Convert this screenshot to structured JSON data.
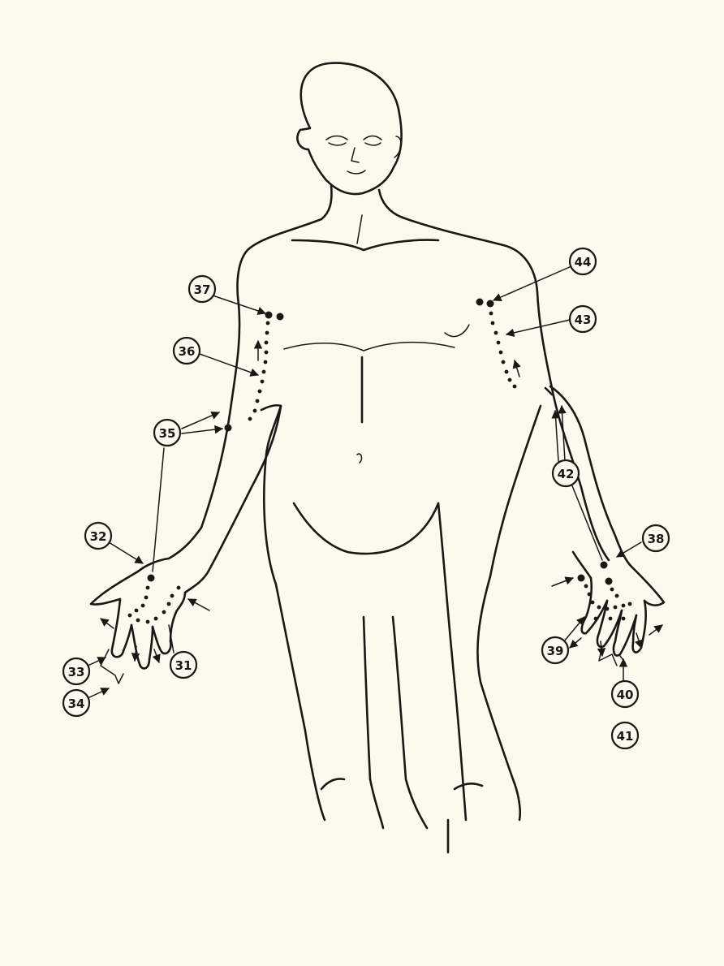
{
  "diagram": {
    "background": "#fcfaee",
    "ink": "#1a1814",
    "points": [
      {
        "id": "p31",
        "label": "31"
      },
      {
        "id": "p32",
        "label": "32"
      },
      {
        "id": "p33",
        "label": "33"
      },
      {
        "id": "p34",
        "label": "34"
      },
      {
        "id": "p35",
        "label": "35"
      },
      {
        "id": "p36",
        "label": "36"
      },
      {
        "id": "p37",
        "label": "37"
      },
      {
        "id": "p38",
        "label": "38"
      },
      {
        "id": "p39",
        "label": "39"
      },
      {
        "id": "p40",
        "label": "40"
      },
      {
        "id": "p41",
        "label": "41"
      },
      {
        "id": "p42",
        "label": "42"
      },
      {
        "id": "p43",
        "label": "43"
      },
      {
        "id": "p44",
        "label": "44"
      }
    ]
  }
}
